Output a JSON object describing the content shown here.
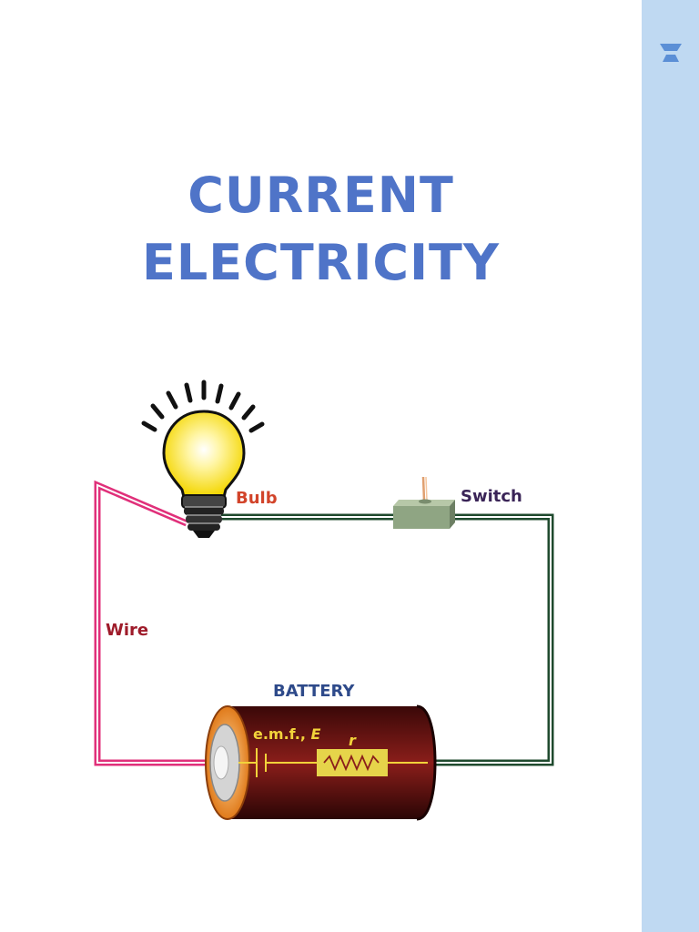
{
  "title": {
    "line1": "CURRENT",
    "line2": "ELECTRICITY"
  },
  "labels": {
    "bulb": "Bulb",
    "switch": "Switch",
    "wire": "Wire",
    "battery": "BATTERY",
    "emf": "e.m.f.,",
    "emf_symbol": "E",
    "resistance": "r"
  },
  "icons": {
    "brand": "unacademy-logo-icon"
  },
  "colors": {
    "title": "#4f74c8",
    "sidebar": "#bfd9f2",
    "wire_pink": "#e0307a",
    "wire_green": "#1f4a2e",
    "bulb_label": "#d2442a",
    "switch_label": "#3a2457",
    "wire_label": "#9e1b2a",
    "battery_label": "#2e4a8a",
    "battery_text": "#f2d33a"
  }
}
